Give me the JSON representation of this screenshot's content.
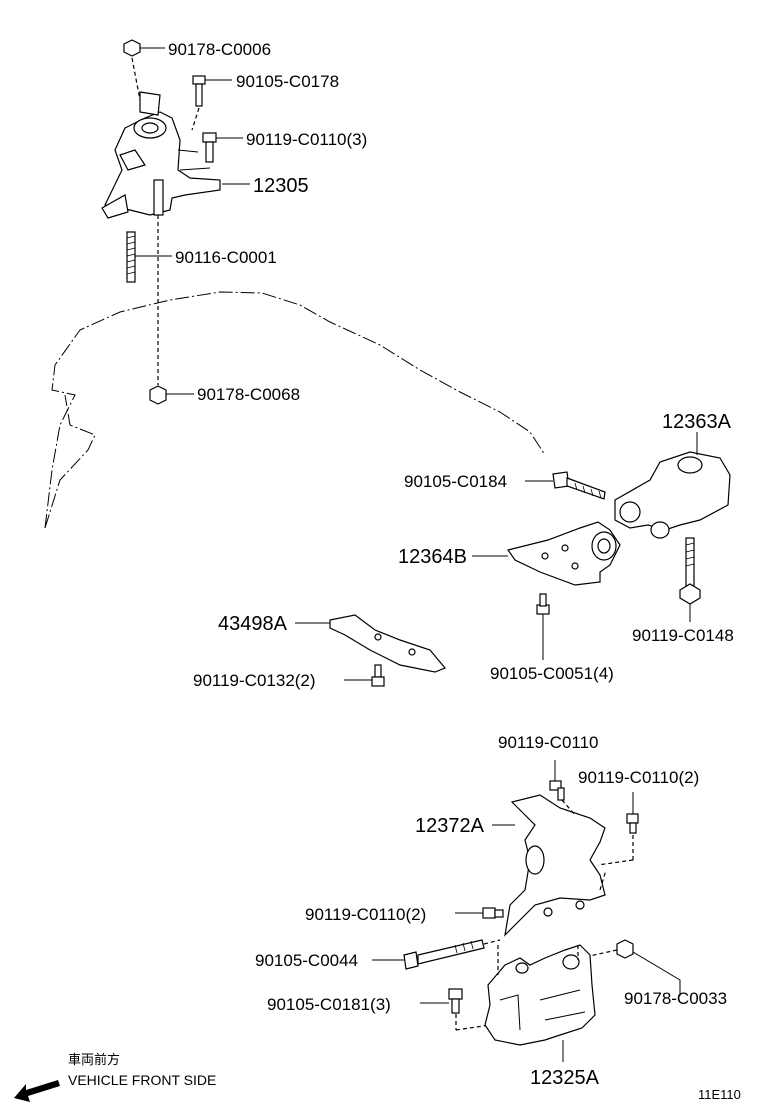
{
  "labels": {
    "p90178_C0006": "90178-C0006",
    "p90105_C0178": "90105-C0178",
    "p90119_C0110_3": "90119-C0110(3)",
    "p12305": "12305",
    "p90116_C0001": "90116-C0001",
    "p90178_C0068": "90178-C0068",
    "p12363A": "12363A",
    "p90105_C0184": "90105-C0184",
    "p12364B": "12364B",
    "p43498A": "43498A",
    "p90119_C0148": "90119-C0148",
    "p90105_C0051_4": "90105-C0051(4)",
    "p90119_C0132_2": "90119-C0132(2)",
    "p90119_C0110_a": "90119-C0110",
    "p90119_C0110_2a": "90119-C0110(2)",
    "p12372A": "12372A",
    "p90119_C0110_2b": "90119-C0110(2)",
    "p90105_C0044": "90105-C0044",
    "p90178_C0033": "90178-C0033",
    "p90105_C0181_3": "90105-C0181(3)",
    "p12325A": "12325A"
  },
  "front": {
    "japanese": "車両前方",
    "english": "VEHICLE FRONT SIDE",
    "arrow_icon": "arrow-down-left-icon"
  },
  "diagram_id": "11E110"
}
